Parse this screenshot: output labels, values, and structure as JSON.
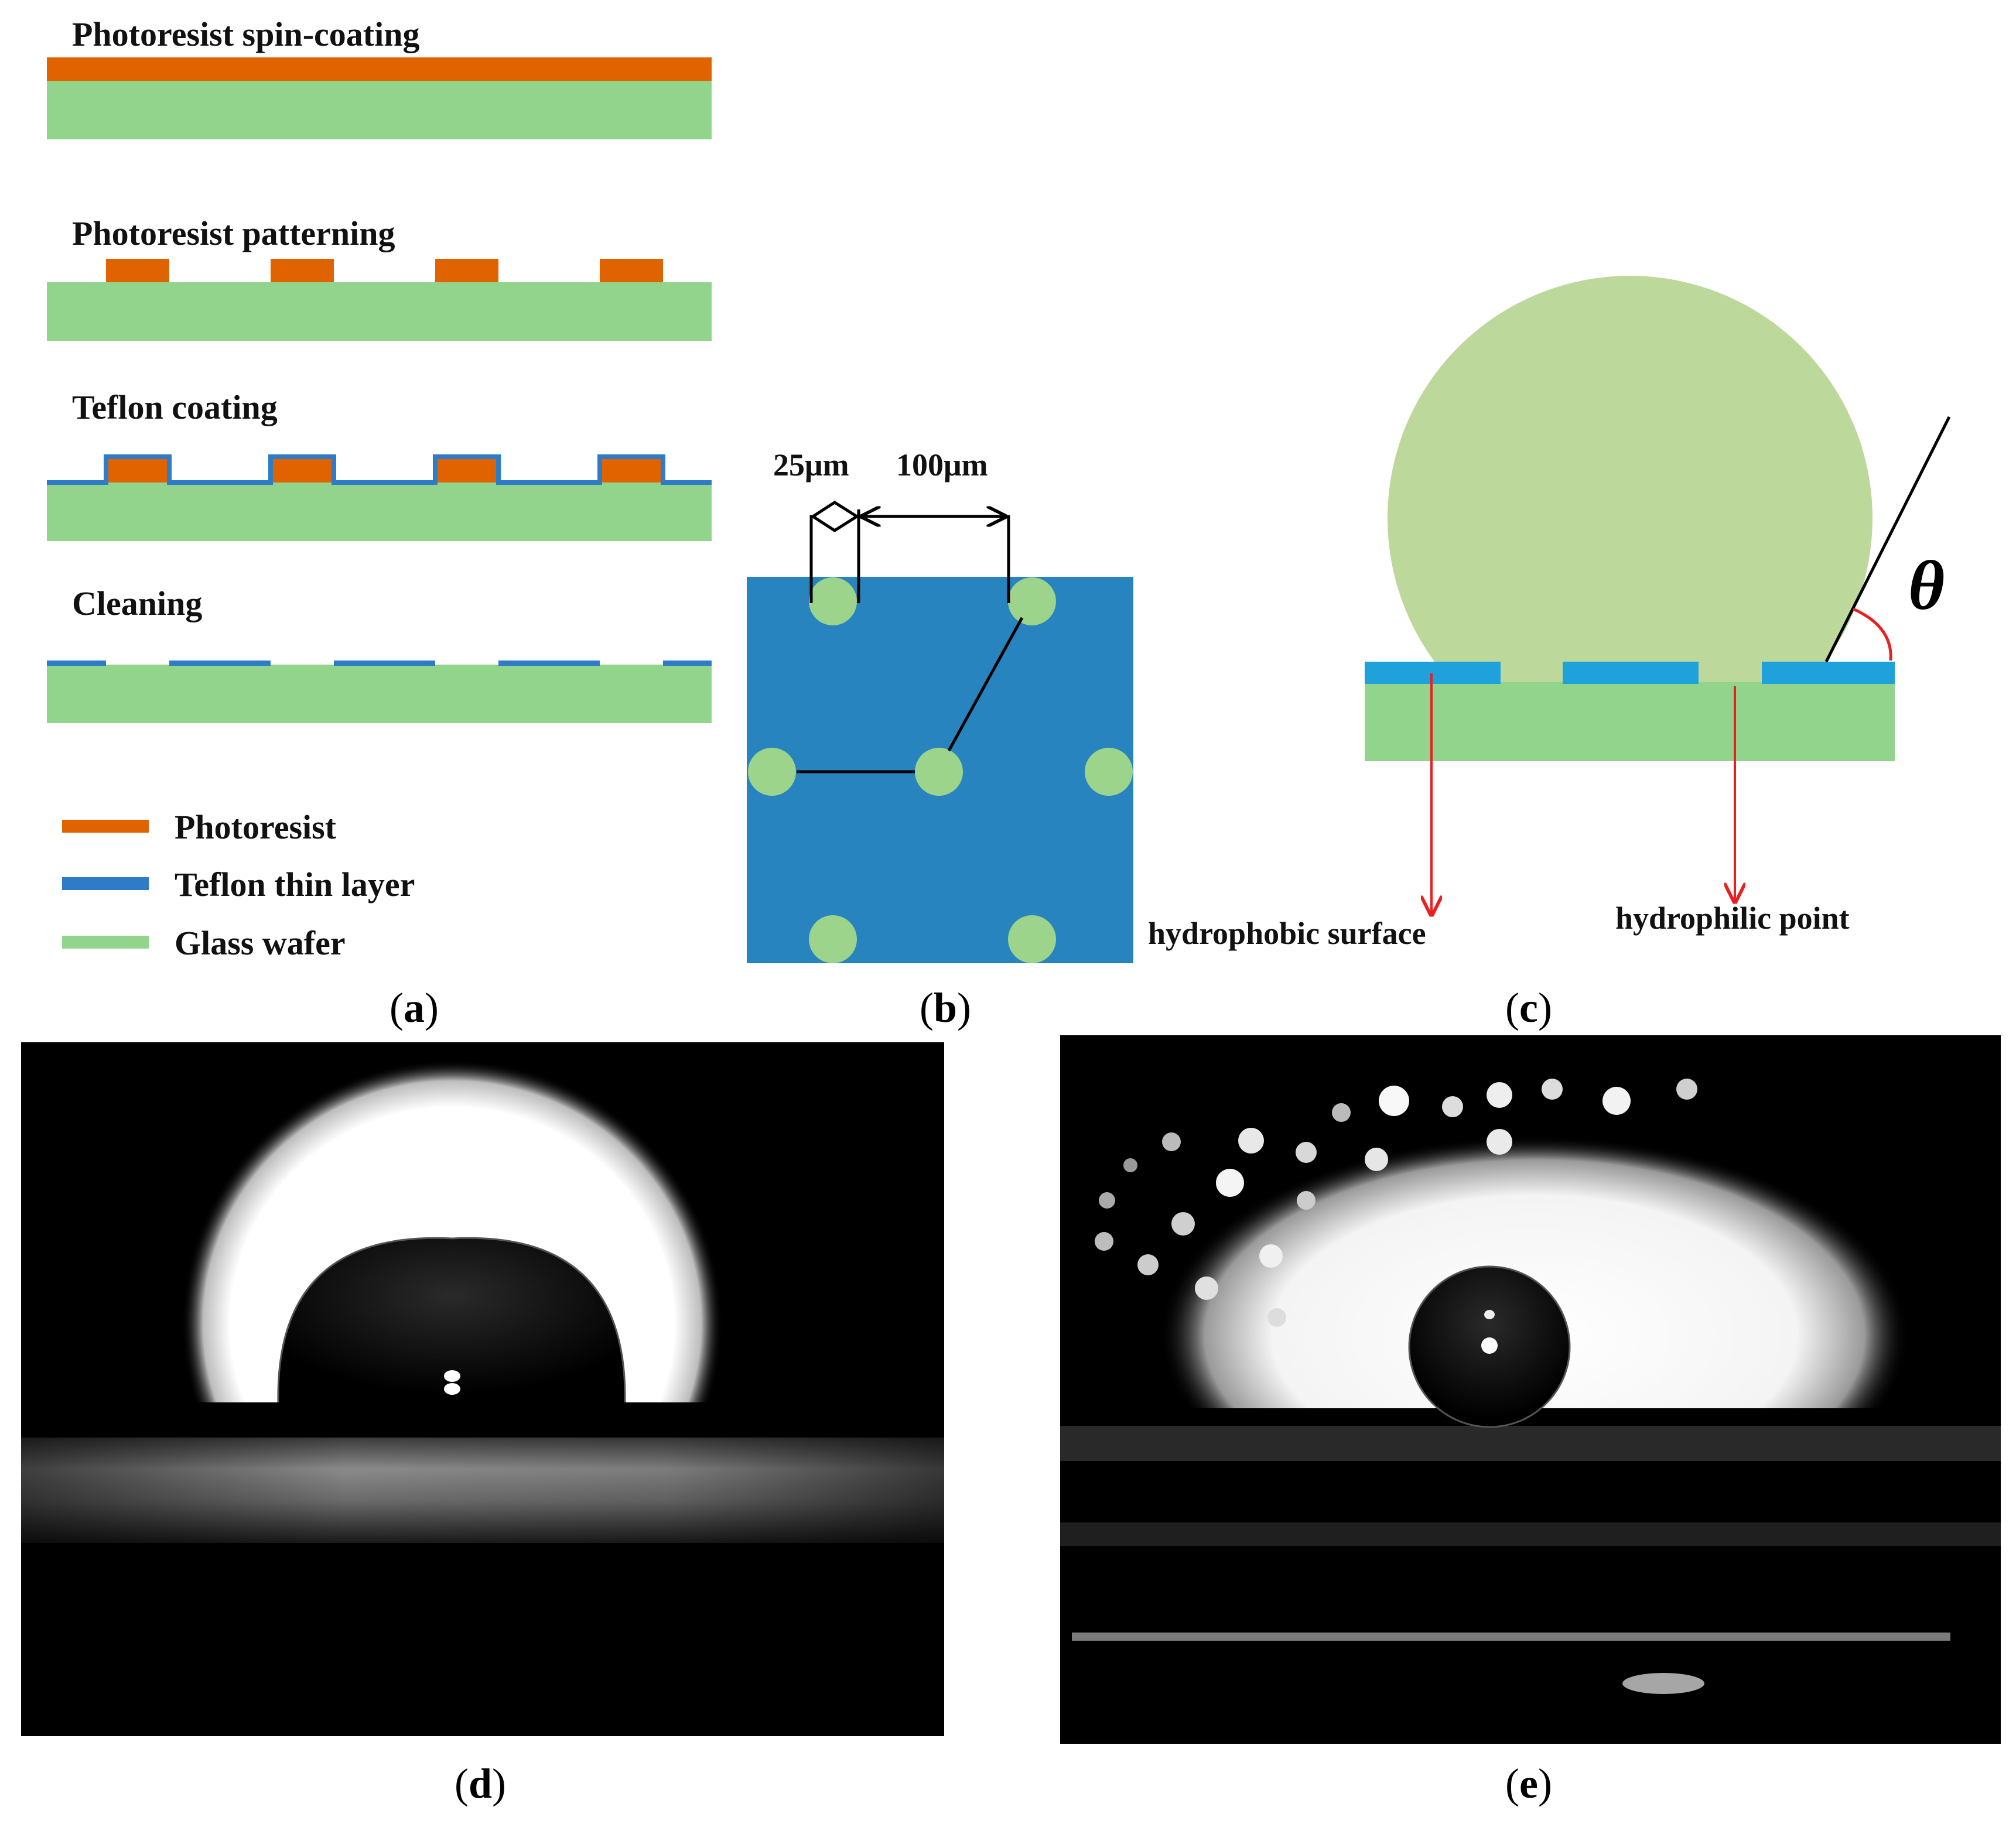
{
  "colors": {
    "photoresist": "#E06300",
    "teflon": "#2E7CC8",
    "teflon_bright": "#1FA2DC",
    "glass": "#93D48C",
    "droplet": "#BDD89B",
    "pattern_bg": "#2784BF",
    "hydrophilic_dot": "#9BD48A",
    "arrow": "#E82020",
    "photo_bg": "#000000"
  },
  "panel_a": {
    "steps": [
      {
        "label": "Photoresist spin-coating"
      },
      {
        "label": "Photoresist patterning"
      },
      {
        "label": "Teflon coating"
      },
      {
        "label": "Cleaning"
      }
    ],
    "legend": [
      {
        "label": "Photoresist",
        "color_key": "photoresist"
      },
      {
        "label": "Teflon thin layer",
        "color_key": "teflon"
      },
      {
        "label": "Glass wafer",
        "color_key": "glass"
      }
    ],
    "caption_letter": "a"
  },
  "panel_b": {
    "dim_small": "25μm",
    "dim_large": "100μm",
    "caption_letter": "b"
  },
  "panel_c": {
    "angle_symbol": "θ",
    "label_left": "hydrophobic surface",
    "label_right": "hydrophilic point",
    "caption_letter": "c"
  },
  "panel_d": {
    "caption_letter": "d"
  },
  "panel_e": {
    "caption_letter": "e"
  }
}
